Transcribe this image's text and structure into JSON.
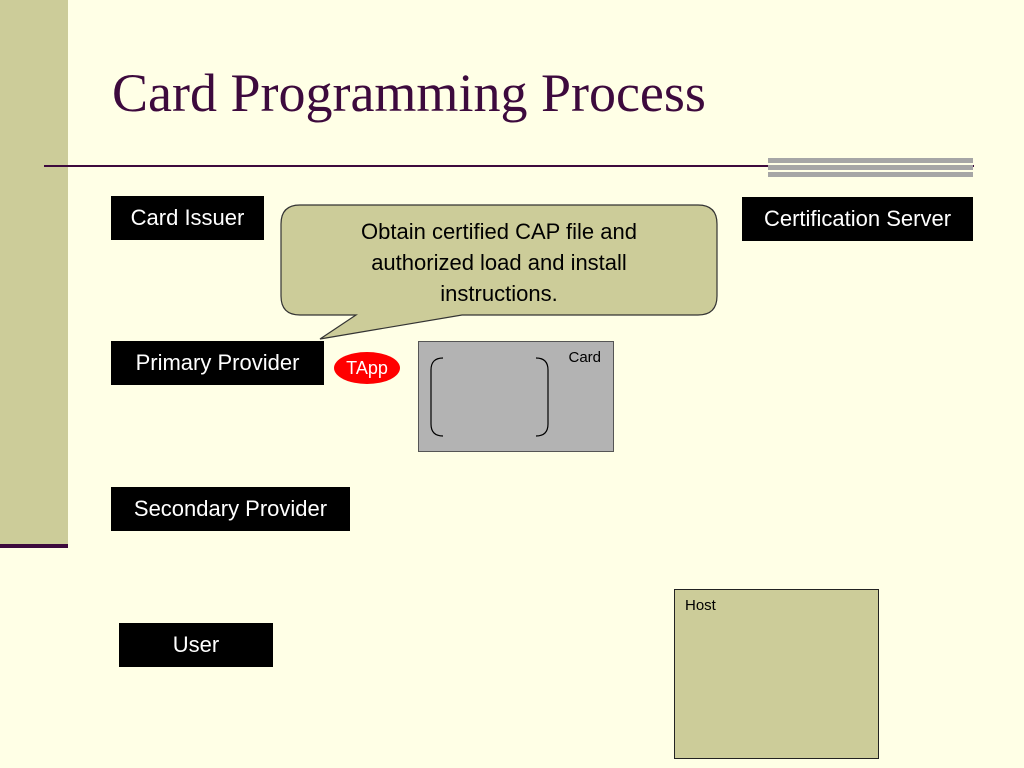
{
  "slide": {
    "title": "Card Programming Process"
  },
  "roles": {
    "card_issuer": "Card Issuer",
    "certification_server": "Certification Server",
    "primary_provider": "Primary Provider",
    "secondary_provider": "Secondary Provider",
    "user": "User"
  },
  "callout": {
    "line1": "Obtain certified CAP file and",
    "line2": "authorized load and install",
    "line3": "instructions."
  },
  "badge": {
    "label": "TApp",
    "color": "#ff0000"
  },
  "card": {
    "label": "Card"
  },
  "host": {
    "label": "Host"
  },
  "colors": {
    "background": "#ffffe6",
    "accent": "#3d0a3d",
    "sidebar": "#cccc99",
    "role_box": "#000000",
    "callout_fill": "#cccc99"
  }
}
